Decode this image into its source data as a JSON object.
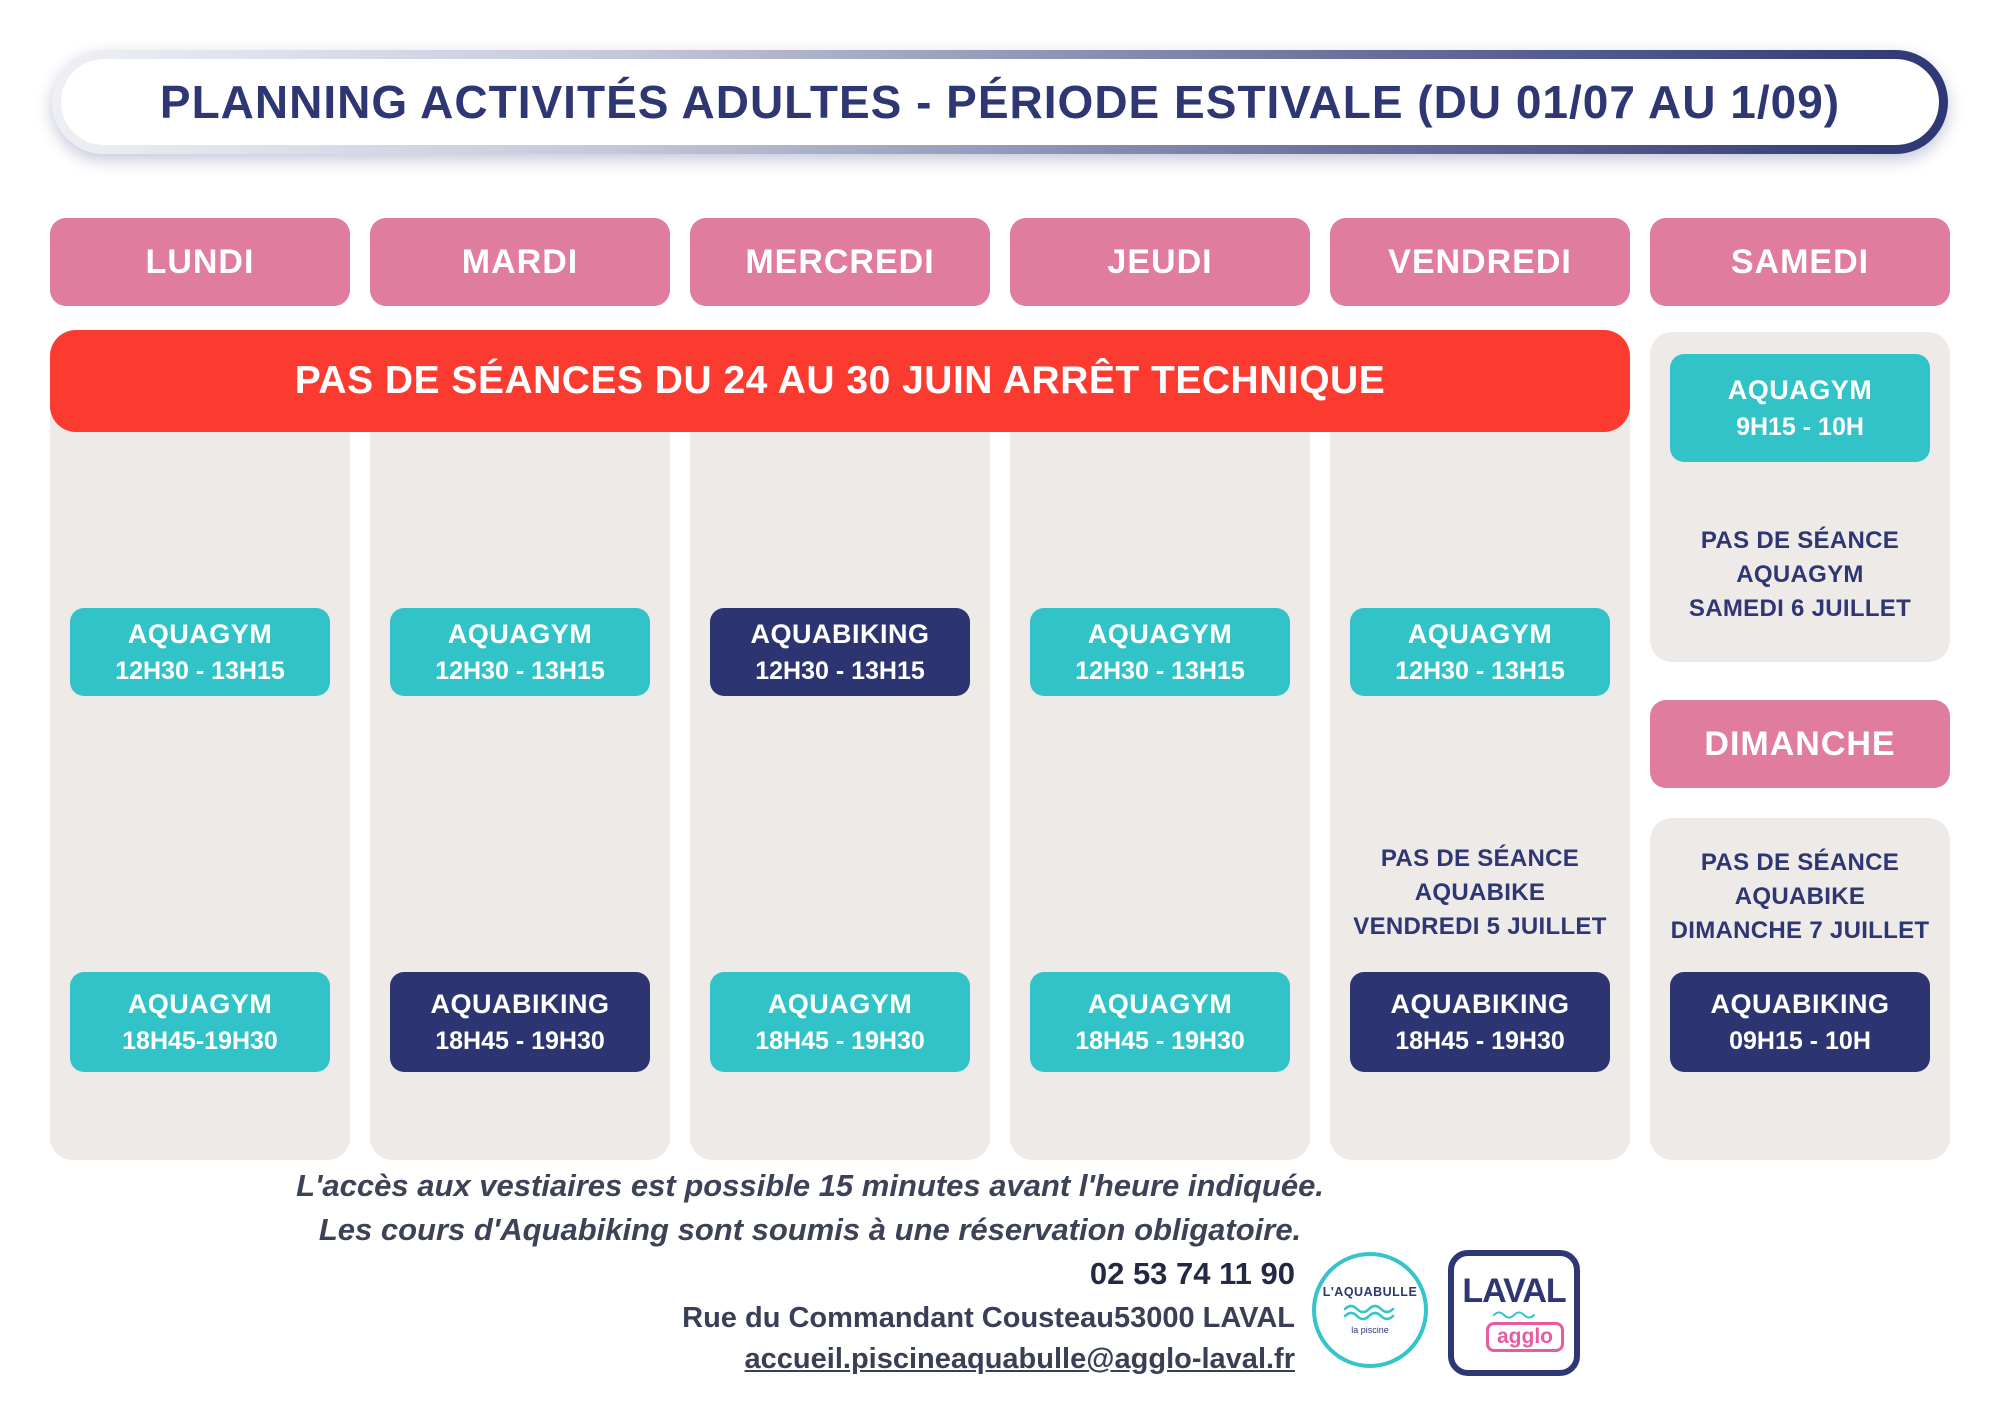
{
  "title": "PLANNING ACTIVITÉS ADULTES - PÉRIODE ESTIVALE (DU 01/07 AU 1/09)",
  "notice": "PAS DE SÉANCES DU 24 AU 30 JUIN ARRÊT TECHNIQUE",
  "schedule": {
    "monday": {
      "label": "LUNDI",
      "midday": {
        "name": "AQUAGYM",
        "time": "12H30 - 13H15"
      },
      "evening": {
        "name": "AQUAGYM",
        "time": "18H45-19H30"
      }
    },
    "tuesday": {
      "label": "MARDI",
      "midday": {
        "name": "AQUAGYM",
        "time": "12H30 - 13H15"
      },
      "evening": {
        "name": "AQUABIKING",
        "time": "18H45 - 19H30"
      }
    },
    "wednesday": {
      "label": "MERCREDI",
      "midday": {
        "name": "AQUABIKING",
        "time": "12H30 - 13H15"
      },
      "evening": {
        "name": "AQUAGYM",
        "time": "18H45 - 19H30"
      }
    },
    "thursday": {
      "label": "JEUDI",
      "midday": {
        "name": "AQUAGYM",
        "time": "12H30 - 13H15"
      },
      "evening": {
        "name": "AQUAGYM",
        "time": "18H45 - 19H30"
      }
    },
    "friday": {
      "label": "VENDREDI",
      "midday": {
        "name": "AQUAGYM",
        "time": "12H30 - 13H15"
      },
      "note": {
        "line1": "PAS DE SÉANCE",
        "line2": "AQUABIKE",
        "line3": "VENDREDI 5 JUILLET"
      },
      "evening": {
        "name": "AQUABIKING",
        "time": "18H45 - 19H30"
      }
    },
    "saturday": {
      "label": "SAMEDI",
      "morning": {
        "name": "AQUAGYM",
        "time": "9H15 - 10H"
      },
      "note": {
        "line1": "PAS DE SÉANCE",
        "line2": "AQUAGYM",
        "line3": "SAMEDI 6 JUILLET"
      }
    },
    "sunday": {
      "label": "DIMANCHE",
      "note": {
        "line1": "PAS DE SÉANCE",
        "line2": "AQUABIKE",
        "line3": "DIMANCHE 7 JUILLET"
      },
      "morning": {
        "name": "AQUABIKING",
        "time": "09H15 - 10H"
      }
    }
  },
  "footer": {
    "note1": "L'accès aux vestiaires est possible 15 minutes avant l'heure indiquée.",
    "note2": "Les cours d'Aquabiking sont soumis à une réservation obligatoire.",
    "phone": "02 53 74 11 90",
    "address": "Rue du Commandant Cousteau53000 LAVAL",
    "email": "accueil.piscineaquabulle@agglo-laval.fr"
  },
  "logos": {
    "aquabulle": {
      "name": "L'AQUABULLE",
      "tagline": "la piscine"
    },
    "laval_agglo": {
      "name": "LAVAL",
      "sub": "agglo"
    }
  },
  "colors": {
    "pink": "#e07c9e",
    "red": "#fb3a30",
    "teal": "#32c3c8",
    "navy": "#2c3472",
    "column_gray": "#edeae7"
  }
}
